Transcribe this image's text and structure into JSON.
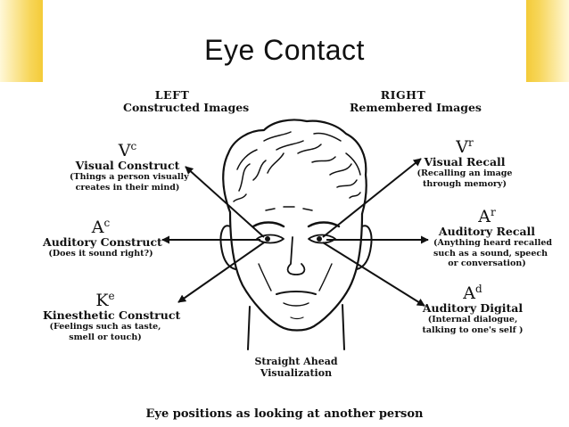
{
  "slide": {
    "title": "Eye Contact",
    "colors": {
      "accent_bar": "#f4cb38",
      "ink": "#111111",
      "background": "#ffffff"
    }
  },
  "diagram": {
    "left_header": {
      "side": "LEFT",
      "sub": "Constructed Images"
    },
    "right_header": {
      "side": "RIGHT",
      "sub": "Remembered Images"
    },
    "visual_construct": {
      "sym": "V",
      "sup": "c",
      "name": "Visual Construct",
      "desc1": "(Things a person visually",
      "desc2": "creates in their mind)"
    },
    "auditory_construct": {
      "sym": "A",
      "sup": "c",
      "name": "Auditory Construct",
      "desc1": "(Does it sound right?)"
    },
    "kinesthetic": {
      "sym": "K",
      "sup": "e",
      "name": "Kinesthetic Construct",
      "desc1": "(Feelings such as taste,",
      "desc2": "smell or touch)"
    },
    "visual_recall": {
      "sym": "V",
      "sup": "r",
      "name": "Visual Recall",
      "desc1": "(Recalling an image",
      "desc2": "through memory)"
    },
    "auditory_recall": {
      "sym": "A",
      "sup": "r",
      "name": "Auditory Recall",
      "desc1": "(Anything heard recalled",
      "desc2": "such as a sound, speech",
      "desc3": "or conversation)"
    },
    "auditory_digital": {
      "sym": "A",
      "sup": "d",
      "name": "Auditory Digital",
      "desc1": "(Internal dialogue,",
      "desc2": "talking to one's self )"
    },
    "center": {
      "line1": "Straight Ahead",
      "line2": "Visualization"
    },
    "caption": "Eye positions as looking at another person"
  }
}
